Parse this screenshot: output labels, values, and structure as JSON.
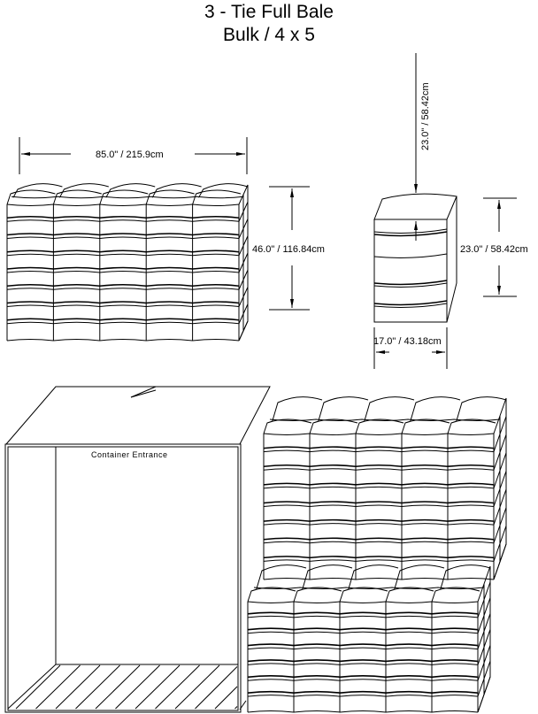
{
  "title": {
    "line1": "3 - Tie Full Bale",
    "line2": "Bulk / 4 x 5"
  },
  "dimensions": {
    "stack_width": "85.0\" / 215.9cm",
    "stack_height": "46.0\" / 116.84cm",
    "bale_depth_top": "23.0\" / 58.42cm",
    "bale_height": "23.0\" / 58.42cm",
    "bale_width": "17.0\" / 43.18cm"
  },
  "container": {
    "label": "Container Entrance"
  },
  "colors": {
    "stroke": "#000000",
    "background": "#ffffff"
  }
}
